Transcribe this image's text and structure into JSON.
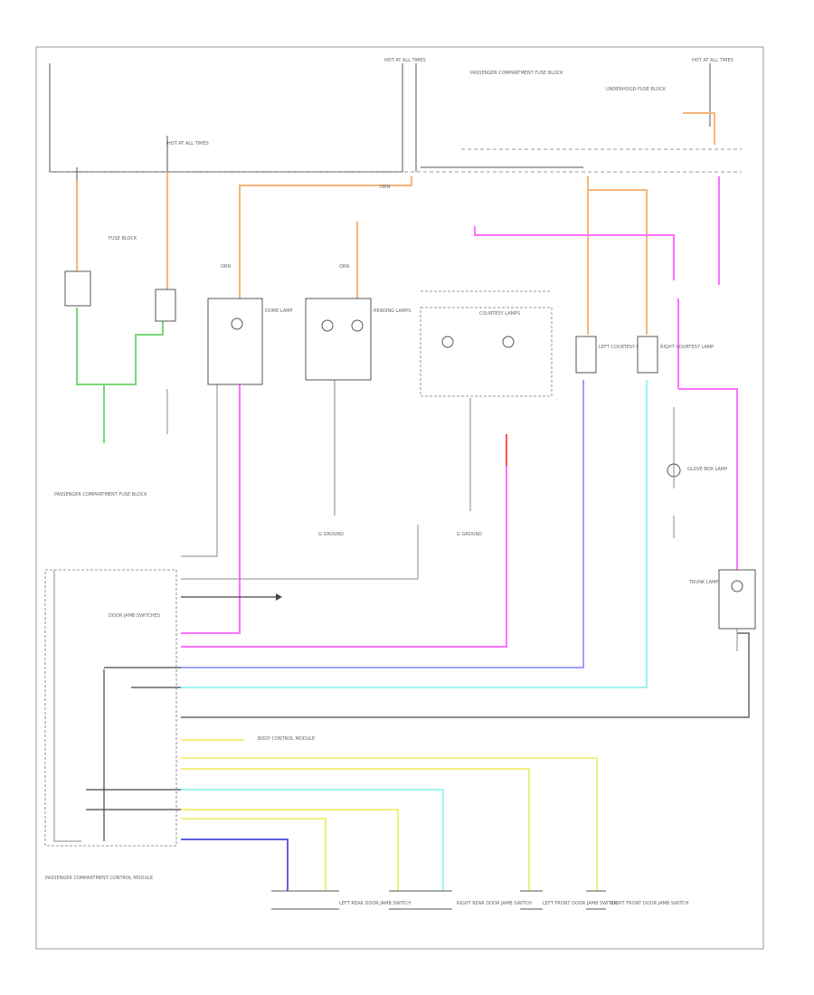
{
  "diagram": {
    "frame_note": "",
    "wire_colors": {
      "orange": "#f8b478",
      "pink": "#ff70ff",
      "green": "#78d878",
      "blue": "#8080ff",
      "cyan": "#80f0f0",
      "yellow": "#f0f080",
      "red": "#ff5050",
      "black": "#444444"
    },
    "labels": {
      "hot_left": "HOT AT ALL TIMES",
      "hot_mid": "HOT AT ALL TIMES",
      "hot_right": "HOT AT ALL TIMES",
      "fuse_block": "FUSE BLOCK",
      "passenger_compartment_fuse": "PASSENGER COMPARTMENT FUSE BLOCK",
      "underhood_fuse": "UNDERHOOD FUSE BLOCK",
      "dome_lamp": "DOME LAMP",
      "reading_lamps": "READING LAMPS",
      "courtesy_lamps": "COURTESY LAMPS",
      "left_courtesy": "LEFT COURTESY LAMP",
      "right_courtesy": "RIGHT COURTESY LAMP",
      "glove_box_lamp": "GLOVE BOX LAMP",
      "trunk_lamp": "TRUNK LAMP",
      "door_switches": "DOOR JAMB SWITCHES",
      "control_module": "PASSENGER COMPARTMENT CONTROL MODULE",
      "body_control": "BODY CONTROL MODULE",
      "g_ground": "G GROUND",
      "g_ground_2": "G GROUND",
      "lr_door": "LEFT REAR DOOR JAMB SWITCH",
      "rr_door": "RIGHT REAR DOOR JAMB SWITCH",
      "lf_door": "LEFT FRONT DOOR JAMB SWITCH",
      "rf_door": "RIGHT FRONT DOOR JAMB SWITCH",
      "wire_code": "ORN",
      "footer": ""
    }
  }
}
